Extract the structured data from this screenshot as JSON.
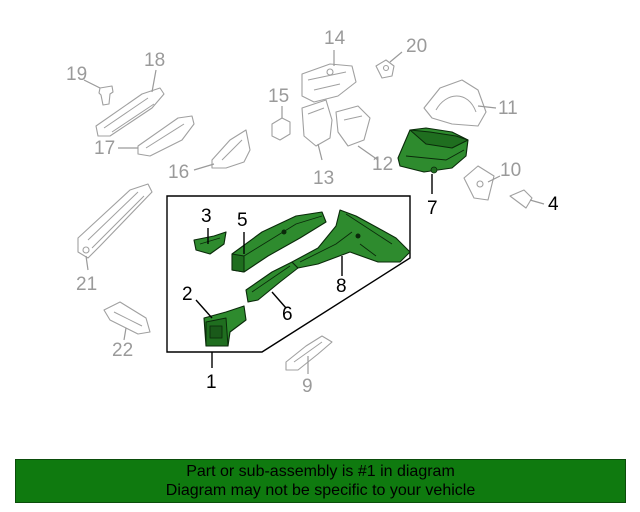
{
  "colors": {
    "highlight_part": "#2e8b2e",
    "ghost_part": "#a0a0a0",
    "banner_background": "#0f7a0f",
    "banner_text": "#000000"
  },
  "callouts": {
    "c1": "1",
    "c2": "2",
    "c3": "3",
    "c4": "4",
    "c5": "5",
    "c6": "6",
    "c7": "7",
    "c8": "8",
    "c9": "9",
    "c10": "10",
    "c11": "11",
    "c12": "12",
    "c13": "13",
    "c14": "14",
    "c15": "15",
    "c16": "16",
    "c17": "17",
    "c18": "18",
    "c19": "19",
    "c20": "20",
    "c21": "21",
    "c22": "22"
  },
  "highlighted_callouts": [
    "1",
    "2",
    "3",
    "5",
    "6",
    "7",
    "8",
    "12"
  ],
  "banner": {
    "line1": "Part or sub-assembly is #1 in diagram",
    "line2": "Diagram may not be specific to your vehicle"
  }
}
